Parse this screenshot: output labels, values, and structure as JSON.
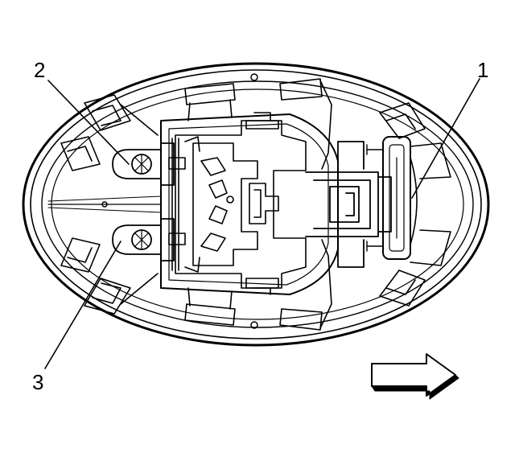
{
  "callouts": [
    {
      "id": "1",
      "text": "1"
    },
    {
      "id": "2",
      "text": "2"
    },
    {
      "id": "3",
      "text": "3"
    }
  ],
  "colors": {
    "line": "#000000",
    "background": "#ffffff"
  },
  "direction_indicator": {
    "icon": "arrow-right-icon"
  }
}
